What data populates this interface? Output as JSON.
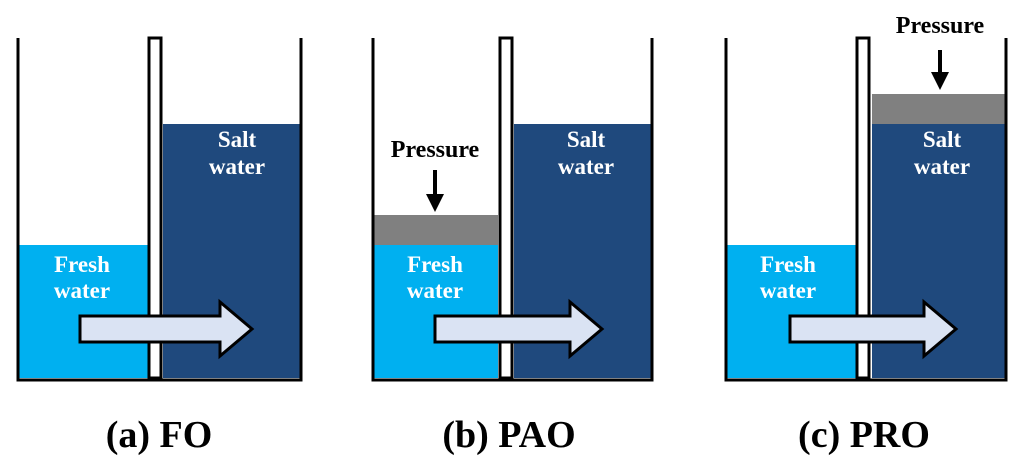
{
  "colors": {
    "fresh_water": "#00b0f0",
    "salt_water": "#1f497d",
    "piston": "#808080",
    "arrow_fill": "#dae3f3",
    "outline": "#000000"
  },
  "labels": {
    "fresh_line1": "Fresh",
    "fresh_line2": "water",
    "salt_line1": "Salt",
    "salt_line2": "water",
    "pressure": "Pressure"
  },
  "panels": [
    {
      "caption": "(a) FO"
    },
    {
      "caption": "(b) PAO"
    },
    {
      "caption": "(c) PRO"
    }
  ]
}
